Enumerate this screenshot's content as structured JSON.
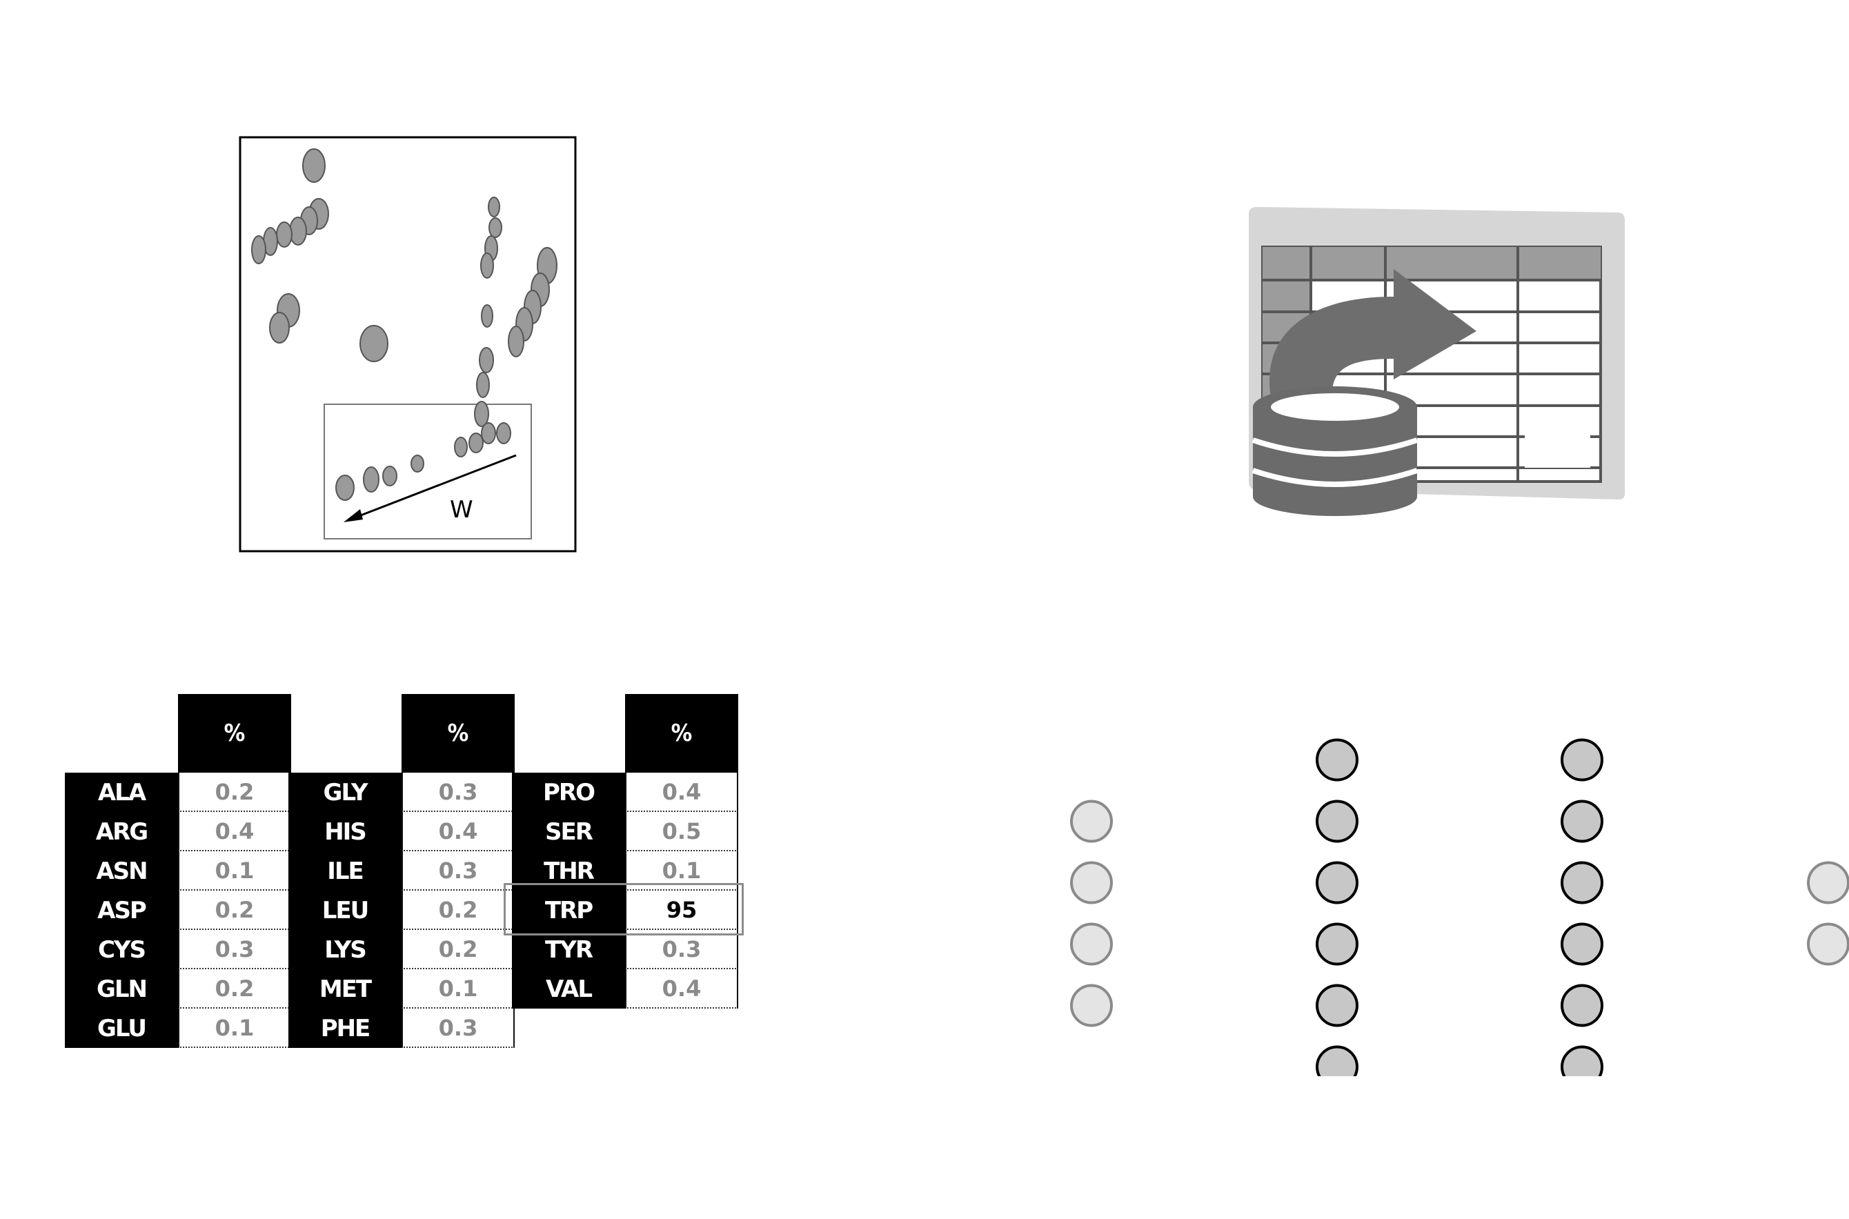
{
  "panel_a": {
    "axis_label": "W"
  },
  "table": {
    "header": "%",
    "groups": [
      {
        "rows": [
          {
            "name": "ALA",
            "value": "0.2"
          },
          {
            "name": "ARG",
            "value": "0.4"
          },
          {
            "name": "ASN",
            "value": "0.1"
          },
          {
            "name": "ASP",
            "value": "0.2"
          },
          {
            "name": "CYS",
            "value": "0.3"
          },
          {
            "name": "GLN",
            "value": "0.2"
          },
          {
            "name": "GLU",
            "value": "0.1"
          }
        ]
      },
      {
        "rows": [
          {
            "name": "GLY",
            "value": "0.3"
          },
          {
            "name": "HIS",
            "value": "0.4"
          },
          {
            "name": "ILE",
            "value": "0.3"
          },
          {
            "name": "LEU",
            "value": "0.2"
          },
          {
            "name": "LYS",
            "value": "0.2"
          },
          {
            "name": "MET",
            "value": "0.1"
          },
          {
            "name": "PHE",
            "value": "0.3"
          }
        ]
      },
      {
        "rows": [
          {
            "name": "PRO",
            "value": "0.4"
          },
          {
            "name": "SER",
            "value": "0.5"
          },
          {
            "name": "THR",
            "value": "0.1"
          },
          {
            "name": "TRP",
            "value": "95",
            "highlight": true
          },
          {
            "name": "TYR",
            "value": "0.3"
          },
          {
            "name": "VAL",
            "value": "0.4"
          }
        ]
      }
    ]
  },
  "network": {
    "layer_sizes": [
      4,
      6,
      6,
      2
    ],
    "colors": {
      "input_fill": "#e4e4e4",
      "hidden_fill": "#c7c7c7",
      "output_fill": "#e4e4e4",
      "stroke_input": "#8a8a8a",
      "stroke_hidden": "#000000"
    }
  },
  "icons": {
    "spectrum": "nmr-spectrum-icon",
    "database": "database-to-spreadsheet-icon"
  }
}
